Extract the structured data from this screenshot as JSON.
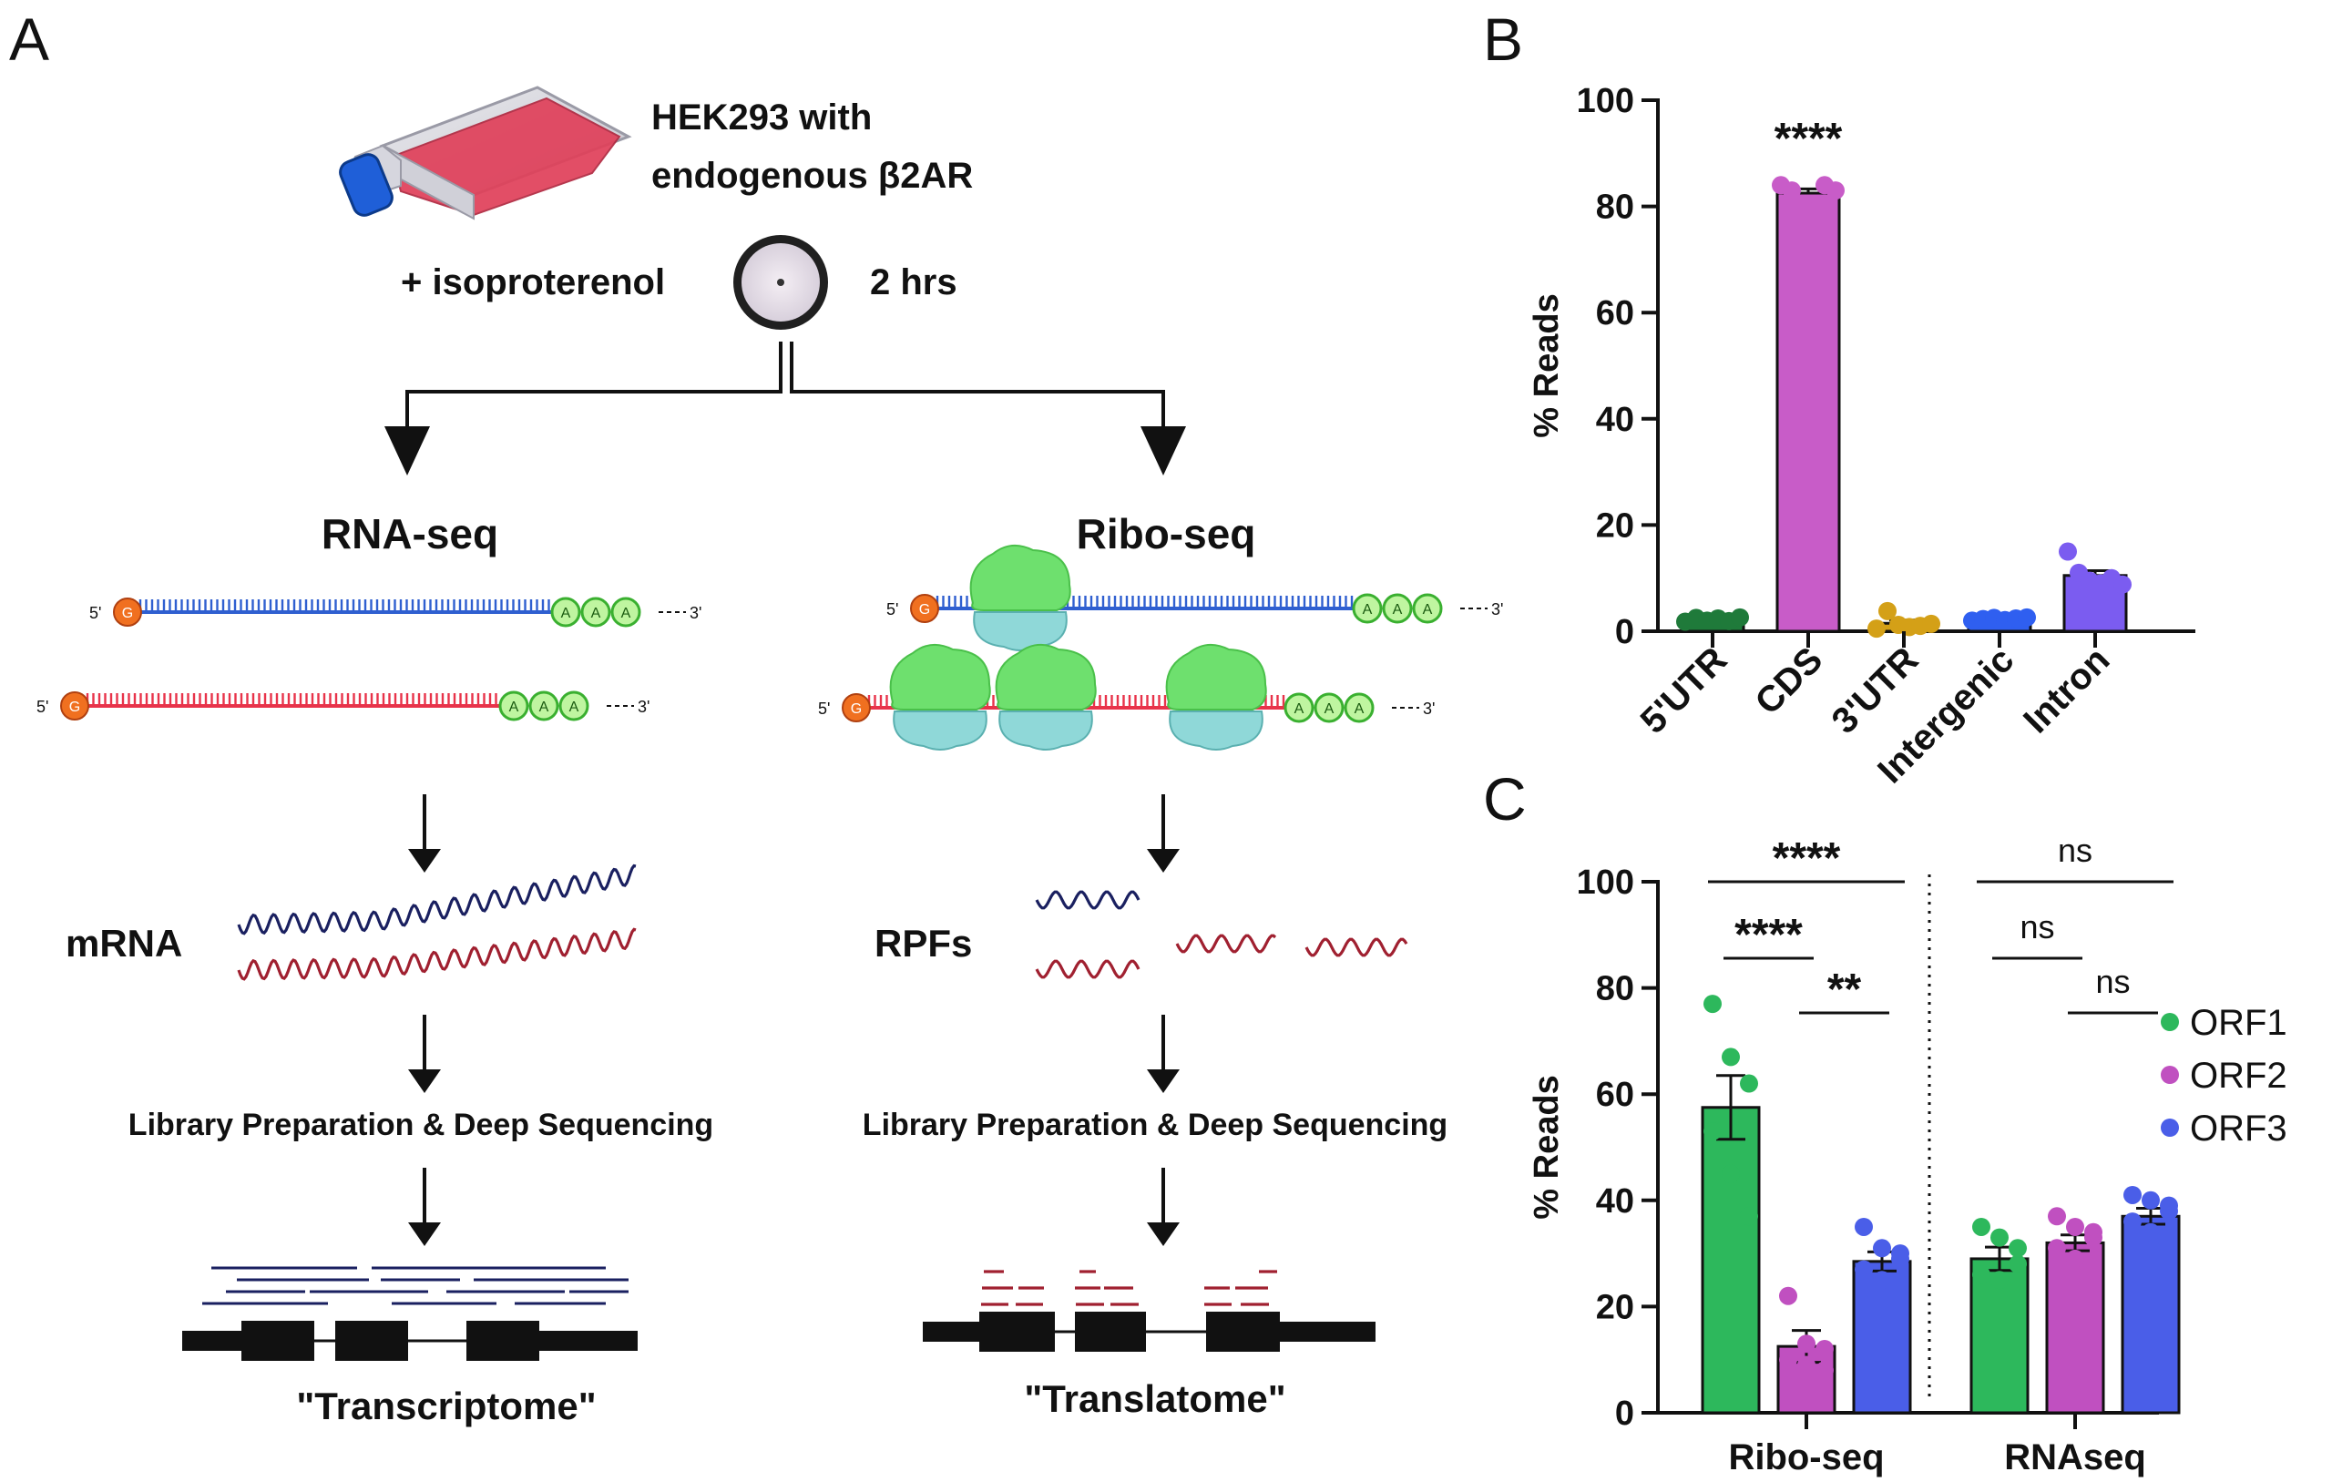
{
  "panels": {
    "a": "A",
    "b": "B",
    "c": "C"
  },
  "panel_a": {
    "cell_line": [
      "HEK293 with",
      "endogenous β2AR"
    ],
    "treatment": "+ isoproterenol",
    "duration": "2 hrs",
    "left_title": "RNA-seq",
    "right_title": "Ribo-seq",
    "five_prime": "5'",
    "three_prime": "3'",
    "cap": "G",
    "polya": "A",
    "left_product": "mRNA",
    "right_product": "RPFs",
    "library": "Library Preparation & Deep Sequencing",
    "left_result": "\"Transcriptome\"",
    "right_result": "\"Translatome\"",
    "colors": {
      "blue_strand": "#2f5fd0",
      "red_strand": "#e8334a",
      "ribosome_large": "#6ee06e",
      "ribosome_small": "#8fd8d8",
      "cap": "#f07020",
      "navy_read": "#1a2060",
      "maroon_read": "#a02030"
    }
  },
  "chart_data": [
    {
      "panel": "B",
      "type": "bar",
      "ylabel": "% Reads",
      "ylim": [
        0,
        100
      ],
      "yticks": [
        0,
        20,
        40,
        60,
        80,
        100
      ],
      "categories": [
        "5'UTR",
        "CDS",
        "3'UTR",
        "Intergenic",
        "Intron"
      ],
      "values": [
        2.2,
        82.5,
        1.5,
        2.3,
        10.5
      ],
      "errors": [
        0.3,
        0.8,
        0.6,
        0.2,
        0.9
      ],
      "colors": [
        "#1f7a3a",
        "#c85cc8",
        "#d4a017",
        "#2f5ff0",
        "#7b5cf0"
      ],
      "points": [
        [
          1.8,
          2.5,
          2.0,
          2.4,
          1.9,
          2.6
        ],
        [
          84,
          83,
          80,
          79,
          84,
          83
        ],
        [
          0.5,
          3.8,
          1.2,
          0.8,
          1.0,
          1.4
        ],
        [
          2.0,
          2.3,
          2.5,
          2.1,
          2.4,
          2.6
        ],
        [
          15,
          11,
          9.5,
          9.0,
          10,
          8.8
        ]
      ],
      "annotations": [
        {
          "category": "CDS",
          "text": "****"
        }
      ],
      "grid": false
    },
    {
      "panel": "C",
      "type": "bar",
      "ylabel": "% Reads",
      "ylim": [
        0,
        100
      ],
      "yticks": [
        0,
        20,
        40,
        60,
        80,
        100
      ],
      "categories": [
        "Ribo-seq",
        "RNAseq"
      ],
      "series": [
        {
          "name": "ORF1",
          "color": "#2db85c",
          "values": [
            57.5,
            29.0
          ],
          "errors": [
            6.0,
            2.2
          ],
          "points": [
            [
              77,
              67,
              62,
              53,
              45,
              37
            ],
            [
              35,
              33,
              28,
              26,
              25,
              31
            ]
          ]
        },
        {
          "name": "ORF2",
          "color": "#c050c0",
          "values": [
            12.5,
            32.0
          ],
          "errors": [
            3.0,
            1.5
          ],
          "points": [
            [
              22,
              13,
              12,
              10,
              9,
              8
            ],
            [
              37,
              35,
              33,
              31,
              29,
              34
            ]
          ]
        },
        {
          "name": "ORF3",
          "color": "#4a5ee8",
          "values": [
            28.5,
            37.0
          ],
          "errors": [
            1.8,
            1.5
          ],
          "points": [
            [
              35,
              31,
              29,
              27,
              25,
              30
            ],
            [
              41,
              40,
              38,
              36,
              34,
              39
            ]
          ]
        }
      ],
      "comparisons": [
        {
          "group": "Ribo-seq",
          "from": "ORF1",
          "to": "ORF3",
          "text": "****"
        },
        {
          "group": "Ribo-seq",
          "from": "ORF1",
          "to": "ORF2",
          "text": "****"
        },
        {
          "group": "Ribo-seq",
          "from": "ORF2",
          "to": "ORF3",
          "text": "**"
        },
        {
          "group": "RNAseq",
          "from": "ORF1",
          "to": "ORF3",
          "text": "ns"
        },
        {
          "group": "RNAseq",
          "from": "ORF1",
          "to": "ORF2",
          "text": "ns"
        },
        {
          "group": "RNAseq",
          "from": "ORF2",
          "to": "ORF3",
          "text": "ns"
        }
      ],
      "legend_position": "right",
      "grid": false
    }
  ]
}
